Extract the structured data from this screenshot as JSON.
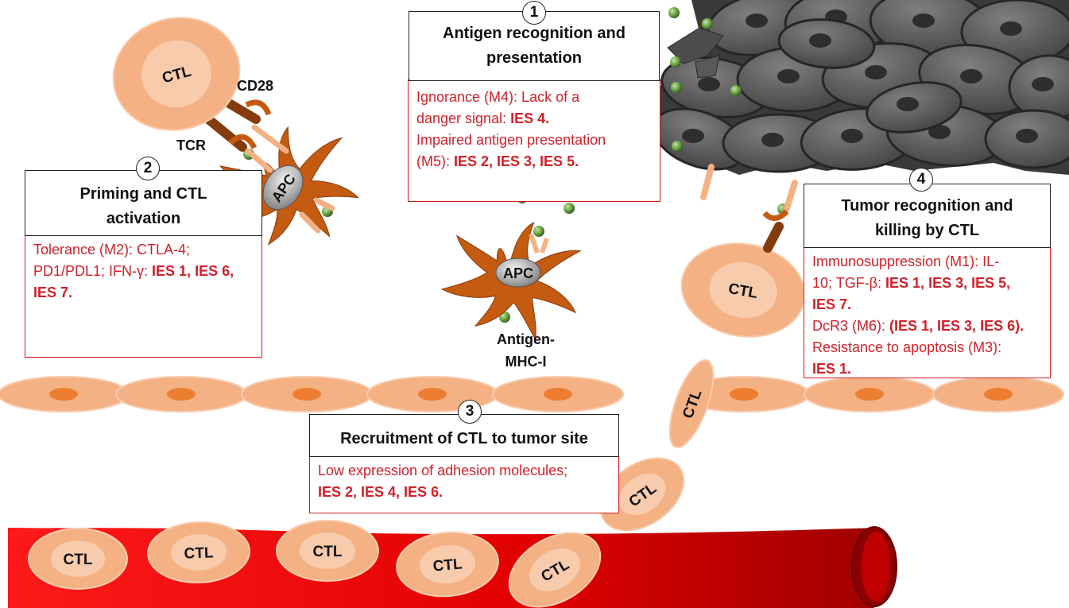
{
  "steps": {
    "s1": {
      "num": "1",
      "title_l1": "Antigen recognition and",
      "title_l2": "presentation",
      "t1": "Ignorance (M4): Lack of a",
      "t2a": "danger signal: ",
      "t2b": "IES 4.",
      "t3": "Impaired antigen presentation",
      "t4a": "(M5): ",
      "t4b": "IES 2, IES 3, IES 5."
    },
    "s2": {
      "num": "2",
      "title_l1": "Priming and CTL",
      "title_l2": "activation",
      "t1": "Tolerance (M2): CTLA-4;",
      "t2a": "PD1/PDL1; IFN-γ: ",
      "t2b": "IES 1, IES 6,",
      "t3b": "IES 7."
    },
    "s3": {
      "num": "3",
      "title": "Recruitment of CTL to tumor site",
      "t1": "Low expression of adhesion molecules;",
      "t2b": "IES 2, IES 4, IES 6."
    },
    "s4": {
      "num": "4",
      "title_l1": "Tumor recognition and",
      "title_l2": "killing by CTL",
      "t1": "Immunosuppression (M1): IL-",
      "t2a": "10; TGF-β: ",
      "t2b": "IES 1, IES 3, IES 5,",
      "t3b": "IES 7.",
      "t4a": "DcR3 (M6): ",
      "t4b": "(IES 1, IES 3, IES 6).",
      "t5": "Resistance to apoptosis (M3):",
      "t6b": "IES 1."
    }
  },
  "labels": {
    "ctl": "CTL",
    "apc": "APC",
    "cd28": "CD28",
    "tcr": "TCR",
    "antigen_l1": "Antigen-",
    "antigen_l2": "MHC-I"
  },
  "colors": {
    "cell_fill": "#f4b183",
    "cell_nucleus": "#f8cbad",
    "apc_orange": "#c55a11",
    "vessel_red": "#c00000",
    "antigen_green": "#548235",
    "tumor_gray": "#595959",
    "text_red": "#d0212a"
  }
}
